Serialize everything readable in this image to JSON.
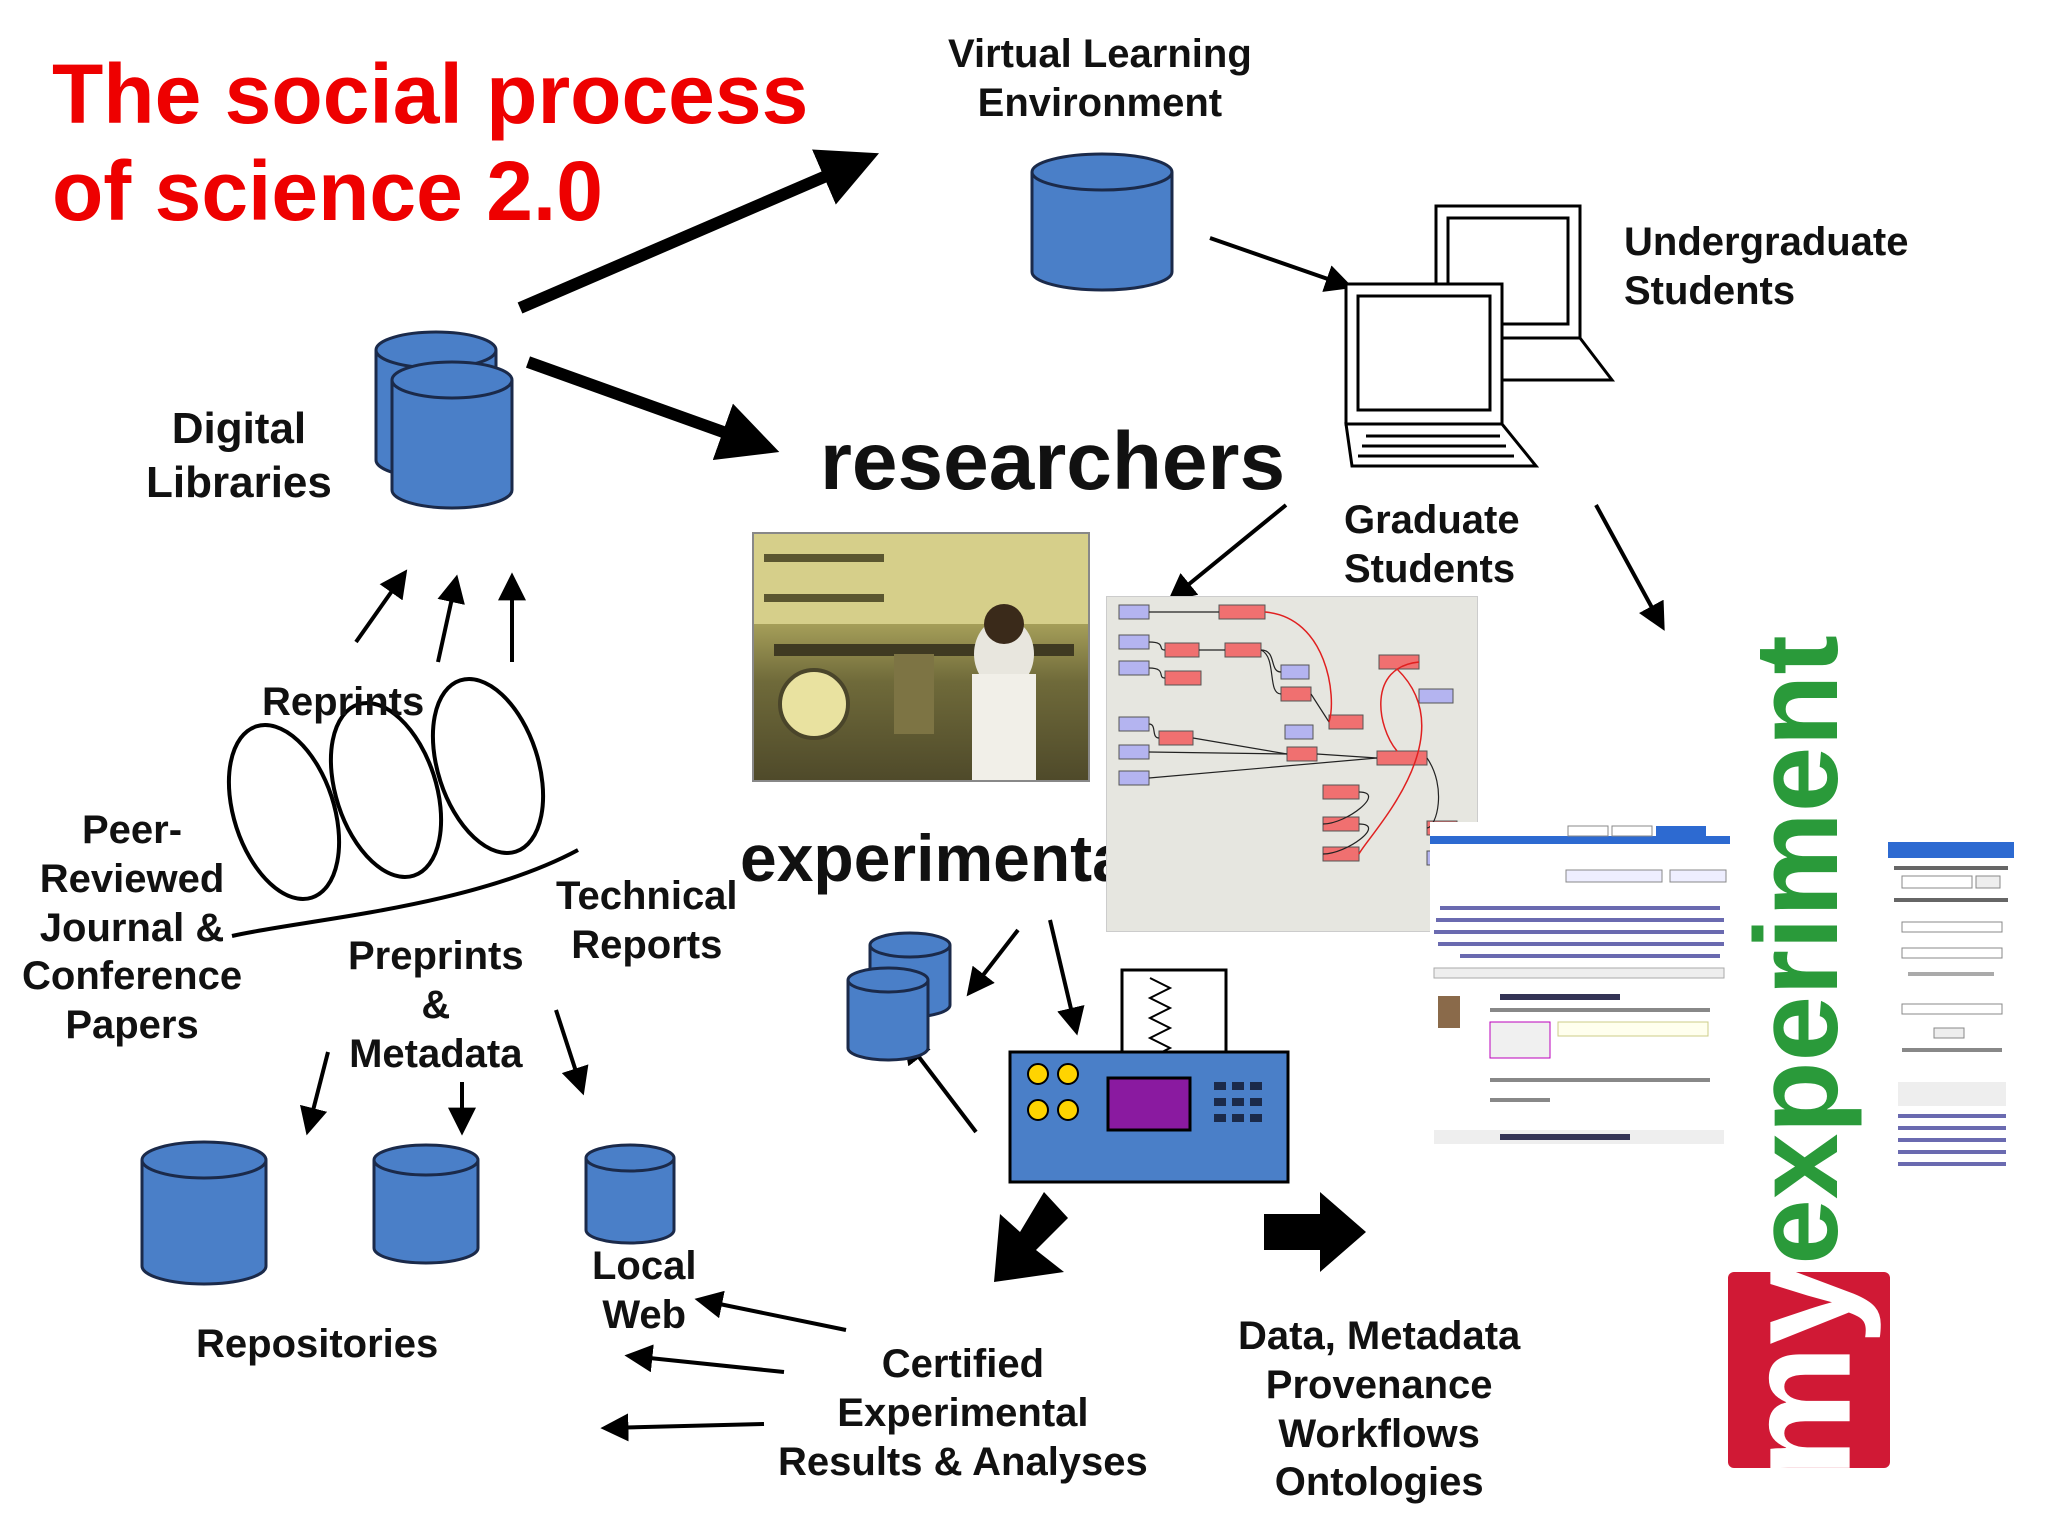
{
  "title": {
    "line1": "The social process",
    "line2": "of science 2.0"
  },
  "labels": {
    "vle": {
      "line1": "Virtual Learning",
      "line2": "Environment"
    },
    "undergrad": {
      "line1": "Undergraduate",
      "line2": "Students"
    },
    "digital_libraries": {
      "line1": "Digital",
      "line2": "Libraries"
    },
    "researchers": "researchers",
    "grad": {
      "line1": "Graduate",
      "line2": "Students"
    },
    "reprints": "Reprints",
    "peer": {
      "line1": "Peer-",
      "line2": "Reviewed",
      "line3": "Journal &",
      "line4": "Conference",
      "line5": "Papers"
    },
    "technical": {
      "line1": "Technical",
      "line2": "Reports"
    },
    "preprints": {
      "line1": "Preprints",
      "line2": "&",
      "line3": "Metadata"
    },
    "experimentation": "experimentation",
    "repositories": "Repositories",
    "local_web": {
      "line1": "Local",
      "line2": "Web"
    },
    "certified": {
      "line1": "Certified",
      "line2": "Experimental",
      "line3": "Results & Analyses"
    },
    "data_meta": {
      "line1": "Data, Metadata",
      "line2": "Provenance",
      "line3": "Workflows",
      "line4": "Ontologies"
    }
  },
  "brand": {
    "my": "my",
    "experiment": "experiment"
  },
  "colors": {
    "title": "#ee0000",
    "cylinder": "#4a7fc8",
    "cylinder_stroke": "#1b2a4a",
    "brand_green": "#2a9a3a",
    "brand_red": "#d01935"
  }
}
